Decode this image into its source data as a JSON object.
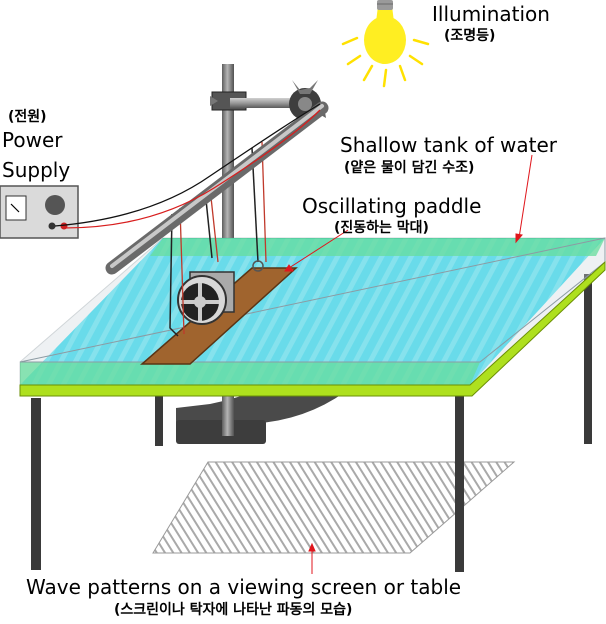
{
  "labels": {
    "illumination": {
      "en": "Illumination",
      "ko": "(조명등)"
    },
    "power_supply": {
      "ko": "(전원)",
      "line1": "Power",
      "line2": "Supply"
    },
    "tank": {
      "en": "Shallow tank of water",
      "ko": "(얕은 물이 담긴 수조)"
    },
    "paddle": {
      "en": "Oscillating paddle",
      "ko": "(진동하는 막대)"
    },
    "screen": {
      "en": "Wave patterns on a viewing screen or table",
      "ko": "(스크린이나 탁자에 나타난 파동의 모습)"
    }
  },
  "colors": {
    "water": "#33ddf2",
    "table_frame": "#aee01e",
    "bulb": "#ffee22",
    "arrow": "#e0161c",
    "paddle": "#a0642e",
    "metal": "#8a8a8a"
  }
}
